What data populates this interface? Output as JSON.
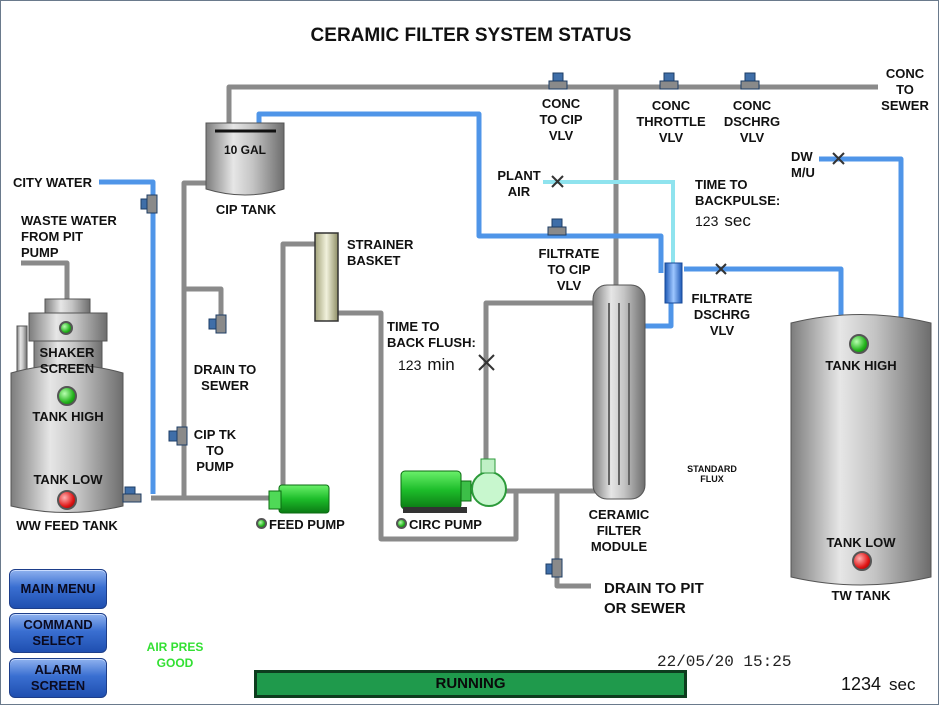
{
  "screen_title": "CERAMIC FILTER SYSTEM STATUS",
  "labels": {
    "city_water": "CITY WATER",
    "waste_water": "WASTE WATER\nFROM PIT\nPUMP",
    "shaker_screen": "SHAKER\nSCREEN",
    "ww_tank_high": "TANK HIGH",
    "ww_tank_low": "TANK LOW",
    "ww_feed_tank": "WW FEED TANK",
    "cip_tank_volume": "10 GAL",
    "cip_tank": "CIP TANK",
    "drain_to_sewer": "DRAIN TO\nSEWER",
    "cip_tk_to_pump": "CIP TK\nTO\nPUMP",
    "strainer_basket": "STRAINER\nBASKET",
    "feed_pump": "FEED PUMP",
    "circ_pump": "CIRC PUMP",
    "time_to_back_flush": "TIME TO\nBACK FLUSH:",
    "conc_to_cip_vlv": "CONC\nTO CIP\nVLV",
    "conc_throttle_vlv": "CONC\nTHROTTLE\nVLV",
    "conc_dschrg_vlv": "CONC\nDSCHRG\nVLV",
    "conc_to_sewer": "CONC\nTO\nSEWER",
    "plant_air": "PLANT\nAIR",
    "filtrate_to_cip_vlv": "FILTRATE\nTO CIP\nVLV",
    "time_to_backpulse": "TIME TO\nBACKPULSE:",
    "dw_mu": "DW\nM/U",
    "filtrate_dschrg_vlv": "FILTRATE\nDSCHRG\nVLV",
    "ceramic_filter_module": "CERAMIC\nFILTER\nMODULE",
    "standard_flux": "STANDARD\nFLUX",
    "drain_to_pit_or_sewer": "DRAIN TO PIT\nOR SEWER",
    "tw_tank_high": "TANK HIGH",
    "tw_tank_low": "TANK LOW",
    "tw_tank": "TW TANK"
  },
  "timers": {
    "back_flush": {
      "value": "123",
      "unit": "min"
    },
    "backpulse": {
      "value": "123",
      "unit": "sec"
    }
  },
  "indicators": {
    "shaker_screen": "green",
    "ww_tank_high": "green",
    "ww_tank_low": "red",
    "feed_pump": "green",
    "circ_pump": "green",
    "tw_tank_high": "green",
    "tw_tank_low": "red"
  },
  "nav_buttons": [
    {
      "label": "MAIN MENU"
    },
    {
      "label": "COMMAND\nSELECT"
    },
    {
      "label": "ALARM\nSCREEN"
    }
  ],
  "air_pressure_status": "AIR PRES\nGOOD",
  "system_status": "RUNNING",
  "datetime": "22/05/20 15:25",
  "run_seconds": {
    "value": "1234",
    "unit": "sec"
  },
  "colors": {
    "process_pipe": "#8a8a8a",
    "water_pipe": "#4f95e8",
    "air_pipe": "#8fe3ee",
    "pump_green": "#22cc33",
    "status_running": "#1f9a4c",
    "nav_button": "#3a6fd1"
  }
}
